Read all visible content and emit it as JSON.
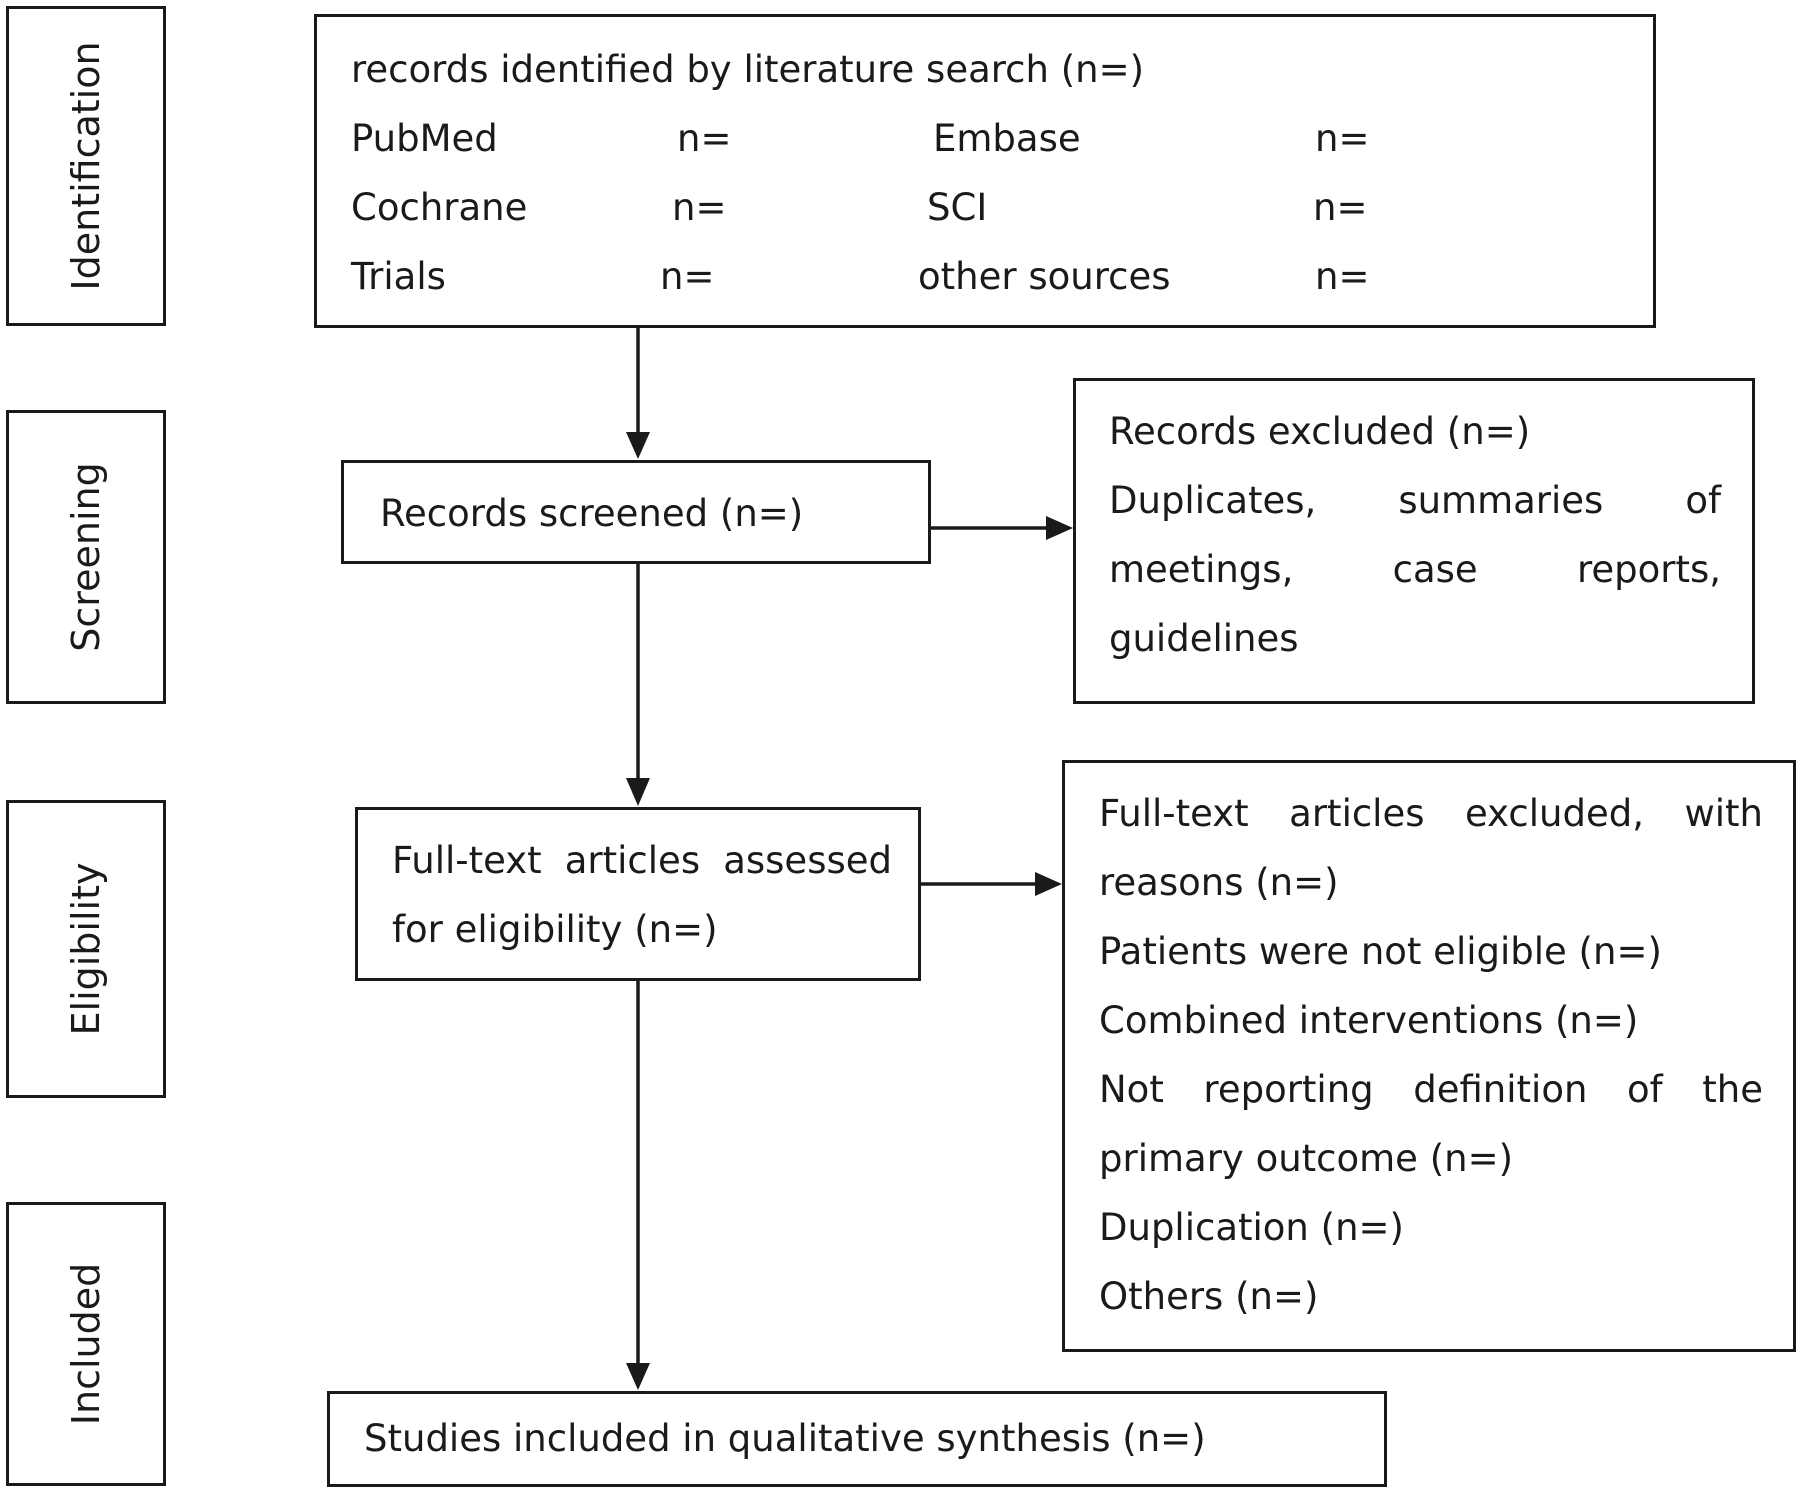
{
  "stages": {
    "identification": "Identification",
    "screening": "Screening",
    "eligibility": "Eligibility",
    "included": "Included"
  },
  "identification_box": {
    "title": "records identified by literature search (n=)",
    "sources": [
      {
        "name": "PubMed",
        "count": "n="
      },
      {
        "name": "Embase",
        "count": "n="
      },
      {
        "name": "Cochrane",
        "count": "n="
      },
      {
        "name": "SCI",
        "count": "n="
      },
      {
        "name": "Trials",
        "count": "n="
      },
      {
        "name": "other sources",
        "count": "n="
      }
    ]
  },
  "screened_box": {
    "text": "Records screened (n=)"
  },
  "excluded_box": {
    "title": "Records excluded (n=)",
    "line1": "Duplicates, summaries of",
    "line2": "meetings, case reports,",
    "line3": "guidelines"
  },
  "fulltext_box": {
    "line1": "Full-text articles assessed",
    "line2": "for eligibility (n=)"
  },
  "fulltext_excluded_box": {
    "line1": "Full-text articles excluded, with",
    "line2": "reasons (n=)",
    "line3": "Patients were not eligible (n=)",
    "line4": "Combined interventions (n=)",
    "line5": "Not reporting definition of the",
    "line6": "primary outcome (n=)",
    "line7": "Duplication (n=)",
    "line8": "Others (n=)"
  },
  "included_box": {
    "text": "Studies included in qualitative synthesis (n=)"
  }
}
